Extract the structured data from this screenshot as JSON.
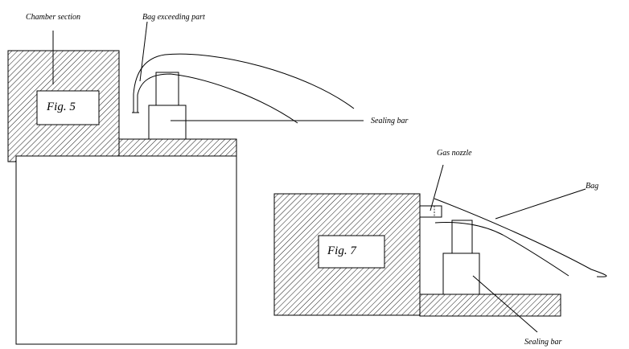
{
  "labels": {
    "chamber_section": "Chamber section",
    "bag_exceeding_part": "Bag exceeding part",
    "sealing_bar_fig5": "Sealing bar",
    "gas_nozzle": "Gas nozzle",
    "bag": "Bag",
    "sealing_bar_fig7": "Sealing bar"
  },
  "figures": {
    "fig5": "Fig. 5",
    "fig7": "Fig. 7"
  },
  "colors": {
    "line": "#000000",
    "background": "#ffffff"
  }
}
